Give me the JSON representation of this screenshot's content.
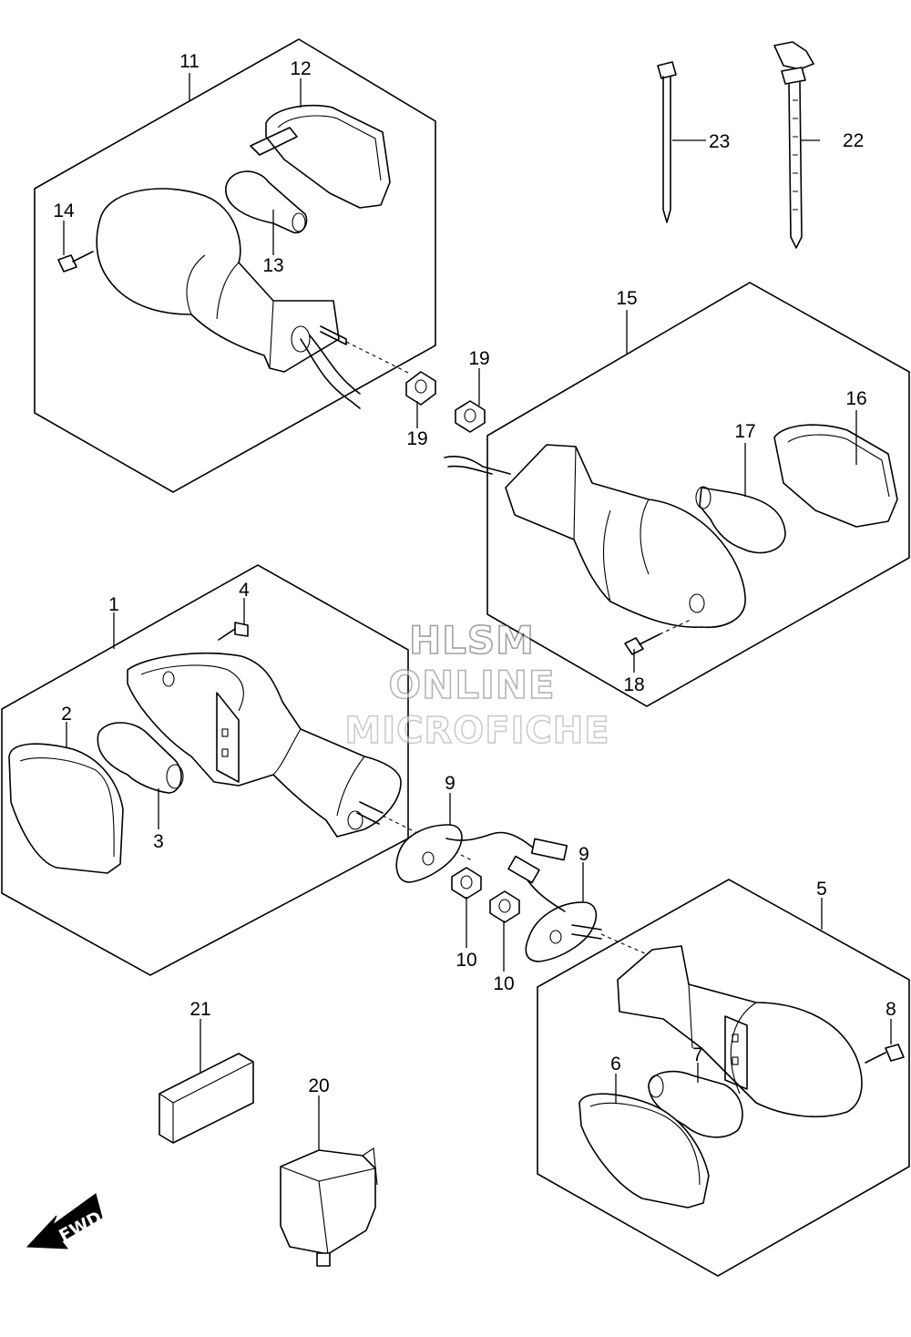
{
  "watermark": {
    "line1": "HLSM",
    "line2": "ONLINE",
    "line3": "MICROFICHE"
  },
  "fwd_label": "FWD",
  "labels": [
    {
      "id": "11",
      "text": "11"
    },
    {
      "id": "12",
      "text": "12"
    },
    {
      "id": "13",
      "text": "13"
    },
    {
      "id": "14",
      "text": "14"
    },
    {
      "id": "15",
      "text": "15"
    },
    {
      "id": "16",
      "text": "16"
    },
    {
      "id": "17",
      "text": "17"
    },
    {
      "id": "18",
      "text": "18"
    },
    {
      "id": "19a",
      "text": "19"
    },
    {
      "id": "19b",
      "text": "19"
    },
    {
      "id": "22",
      "text": "22"
    },
    {
      "id": "23",
      "text": "23"
    },
    {
      "id": "1",
      "text": "1"
    },
    {
      "id": "2",
      "text": "2"
    },
    {
      "id": "3",
      "text": "3"
    },
    {
      "id": "4",
      "text": "4"
    },
    {
      "id": "5",
      "text": "5"
    },
    {
      "id": "6",
      "text": "6"
    },
    {
      "id": "7",
      "text": "7"
    },
    {
      "id": "8",
      "text": "8"
    },
    {
      "id": "9a",
      "text": "9"
    },
    {
      "id": "9b",
      "text": "9"
    },
    {
      "id": "10a",
      "text": "10"
    },
    {
      "id": "10b",
      "text": "10"
    },
    {
      "id": "20",
      "text": "20"
    },
    {
      "id": "21",
      "text": "21"
    }
  ]
}
